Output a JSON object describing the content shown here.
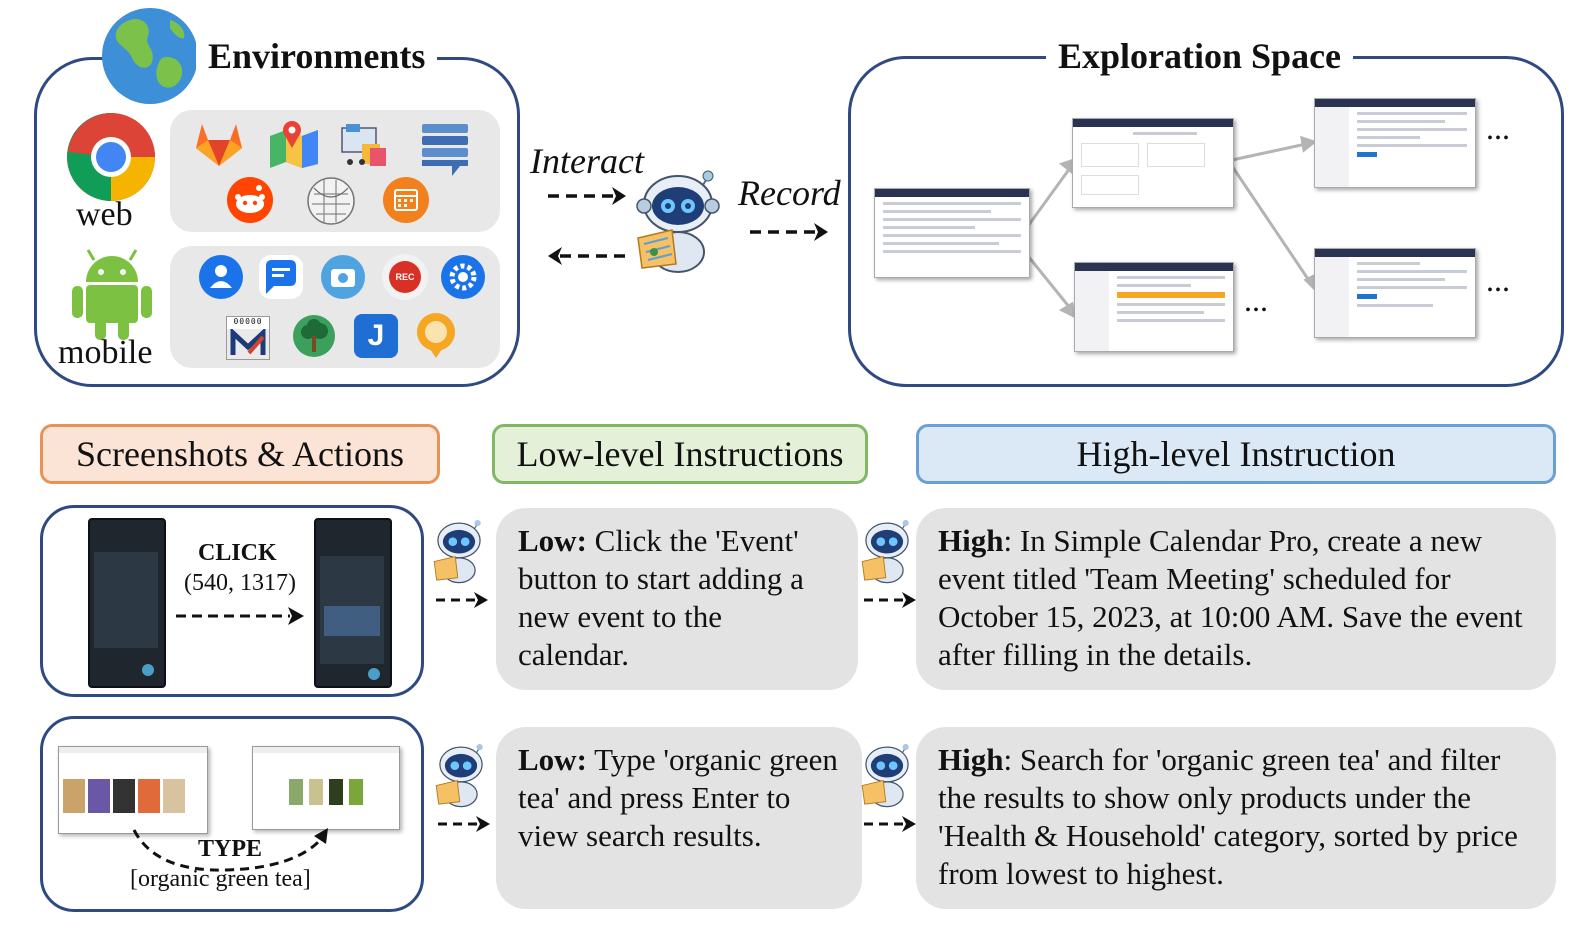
{
  "environments": {
    "title": "Environments",
    "web_label": "web",
    "mobile_label": "mobile",
    "web_icons": [
      "gitlab-icon",
      "map-icon",
      "shopping-icon",
      "forum-list-icon",
      "reddit-icon",
      "wikipedia-icon",
      "calendar-icon"
    ],
    "mobile_icons": [
      "contacts-icon",
      "messages-icon",
      "camera-icon",
      "recorder-icon",
      "settings-icon",
      "markor-icon",
      "tree-icon",
      "joplin-icon",
      "osmand-icon"
    ],
    "rec_text": "REC",
    "counter_text": "00000",
    "j_text": "J"
  },
  "interact_label": "Interact",
  "record_label": "Record",
  "exploration": {
    "title": "Exploration Space",
    "ellipsis": "..."
  },
  "headers": {
    "screenshots": "Screenshots & Actions",
    "low": "Low-level Instructions",
    "high": "High-level Instruction"
  },
  "colors": {
    "screenshots_border": "#e8925a",
    "screenshots_fill": "#fbe4d5",
    "low_border": "#7fb765",
    "low_fill": "#e4f0d8",
    "high_border": "#6a9fd6",
    "high_fill": "#dbe8f6",
    "panel_border": "#2f4a82"
  },
  "examples": [
    {
      "action_type": "CLICK",
      "action_arg": "(540, 1317)",
      "low_prefix": "Low:",
      "low_text": " Click the 'Event' button to start adding a new event to the calendar.",
      "high_prefix": "High",
      "high_text": ": In Simple Calendar Pro, create a new event titled 'Team Meeting' scheduled for October 15, 2023, at 10:00 AM. Save the event after filling in the details."
    },
    {
      "action_type": "TYPE",
      "action_arg": "[organic green tea]",
      "low_prefix": "Low:",
      "low_text": " Type 'organic green tea' and press Enter to view search results.",
      "high_prefix": "High",
      "high_text": ": Search for 'organic green tea' and filter the results to show only products under the 'Health & Household' category, sorted by price from lowest to highest."
    }
  ]
}
